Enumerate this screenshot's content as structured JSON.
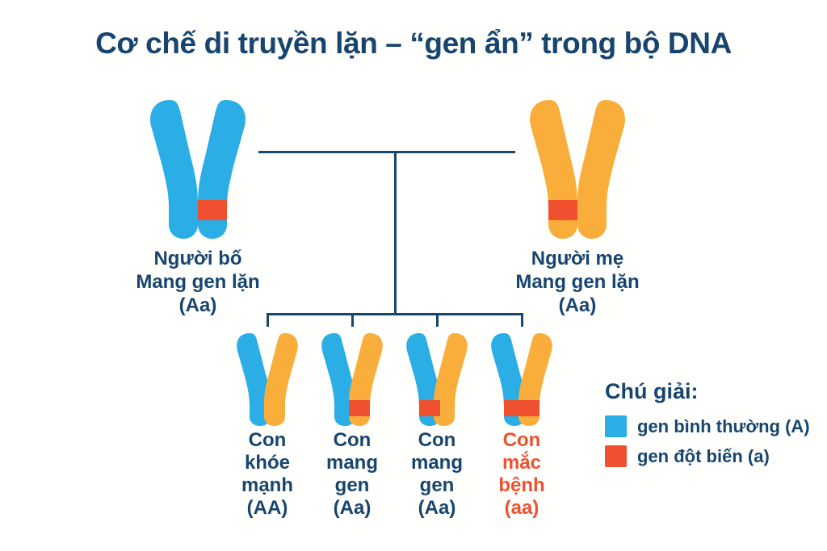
{
  "title": "Cơ chế di truyền lặn – “gen ẩn” trong bộ DNA",
  "colors": {
    "normal_gene": "#2bade6",
    "mother_chromosome": "#f9ae3b",
    "mutant_gene": "#ef5130",
    "text_navy": "#17456f",
    "affected_text": "#ef5130",
    "background": "#fffffd"
  },
  "parents": [
    {
      "id": "father",
      "label": "Người bố\nMang gen lặn\n(Aa)",
      "genotype": "Aa",
      "chromosome": {
        "color": "normal_gene",
        "mutant_band": "right-arm-lower"
      }
    },
    {
      "id": "mother",
      "label": "Người mẹ\nMang gen lặn\n(Aa)",
      "genotype": "Aa",
      "chromosome": {
        "color": "mother_chromosome",
        "mutant_band": "left-arm-lower"
      }
    }
  ],
  "children": [
    {
      "id": "child-1",
      "label": "Con\nkhóe\nmạnh\n(AA)",
      "genotype": "AA",
      "affected": false,
      "left_strand_color": "normal_gene",
      "right_strand_color": "mother_chromosome",
      "bands": []
    },
    {
      "id": "child-2",
      "label": "Con\nmang\ngen\n(Aa)",
      "genotype": "Aa",
      "affected": false,
      "left_strand_color": "normal_gene",
      "right_strand_color": "mother_chromosome",
      "bands": [
        "right"
      ]
    },
    {
      "id": "child-3",
      "label": "Con\nmang\ngen\n(Aa)",
      "genotype": "Aa",
      "affected": false,
      "left_strand_color": "normal_gene",
      "right_strand_color": "mother_chromosome",
      "bands": [
        "left"
      ]
    },
    {
      "id": "child-4",
      "label": "Con\nmắc\nbệnh\n(aa)",
      "genotype": "aa",
      "affected": true,
      "left_strand_color": "normal_gene",
      "right_strand_color": "mother_chromosome",
      "bands": [
        "left",
        "right"
      ]
    }
  ],
  "legend": {
    "title": "Chú giải:",
    "items": [
      {
        "swatch": "#2bade6",
        "text": "gen bình thường (A)"
      },
      {
        "swatch": "#ef5130",
        "text": "gen đột biến (a)"
      }
    ]
  }
}
